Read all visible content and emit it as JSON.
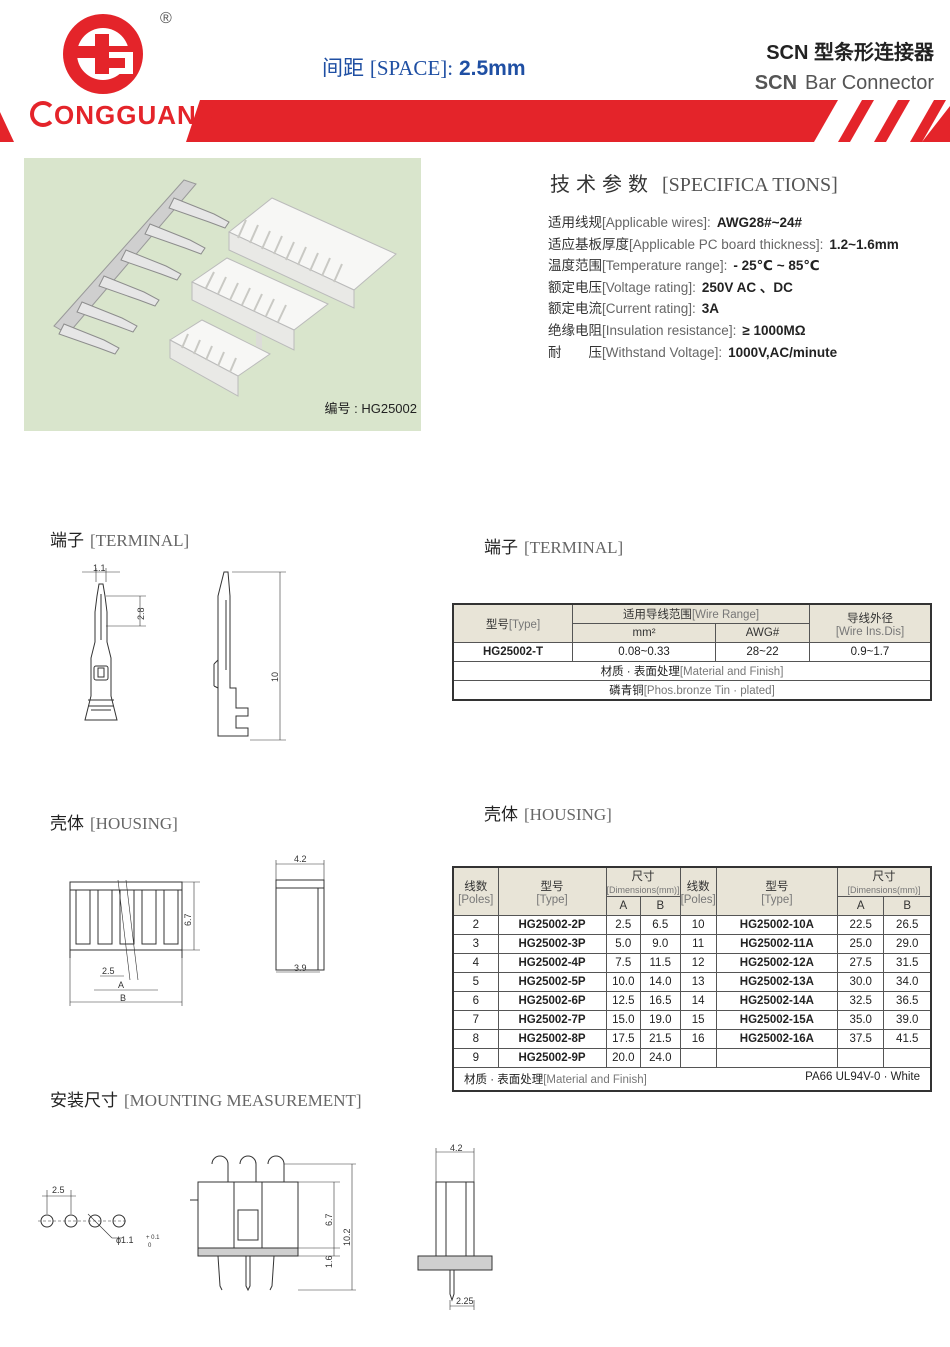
{
  "header": {
    "brand": "ONGGUANG",
    "logo_letter": "G",
    "registered": "®",
    "spacing_cn": "间距",
    "spacing_en": "[SPACE]:",
    "spacing_value": "2.5mm",
    "title_cn": "SCN 型条形连接器",
    "title_en_code": "SCN",
    "title_en": "Bar Connector",
    "brand_color": "#e4242a"
  },
  "photo": {
    "code": "编号 : HG25002"
  },
  "specs": {
    "heading_cn": "技术参数",
    "heading_en": "[SPECIFICA TIONS]",
    "rows": [
      {
        "cn": "适用线规",
        "en": "[Applicable wires]:",
        "value": "AWG28#~24#"
      },
      {
        "cn": "适应基板厚度",
        "en": "[Applicable PC board thickness]:",
        "value": "1.2~1.6mm"
      },
      {
        "cn": "温度范围",
        "en": "[Temperature range]:",
        "value": "- 25℃ ~ 85℃"
      },
      {
        "cn": "额定电压",
        "en": "[Voltage rating]:",
        "value": "250V AC 、DC"
      },
      {
        "cn": "额定电流",
        "en": "[Current rating]:",
        "value": "3A"
      },
      {
        "cn": "绝缘电阻",
        "en": "[Insulation resistance]:",
        "value": "≥ 1000MΩ"
      },
      {
        "cn": "耐　　压",
        "en": "[Withstand Voltage]:",
        "value": "1000V,AC/minute"
      }
    ]
  },
  "sections": {
    "terminal_left": {
      "cn": "端子",
      "en": "[TERMINAL]"
    },
    "terminal_right": {
      "cn": "端子",
      "en": "[TERMINAL]"
    },
    "housing_left": {
      "cn": "壳体",
      "en": "[HOUSING]"
    },
    "housing_right": {
      "cn": "壳体",
      "en": "[HOUSING]"
    },
    "mounting": {
      "cn": "安装尺寸",
      "en": "[MOUNTING MEASUREMENT]"
    }
  },
  "terminal_drawing": {
    "dim_width": "1.1",
    "dim_tip": "2.8",
    "dim_length": "10"
  },
  "housing_drawing": {
    "dim_pitch": "2.5",
    "dim_a": "A",
    "dim_b": "B",
    "dim_height": "6.7",
    "dim_depth_top": "4.2",
    "dim_depth_bottom": "3.9"
  },
  "mounting_drawing": {
    "dim_pitch": "2.5",
    "dim_hole": "ϕ1.1",
    "tol_plus": "+ 0.1",
    "tol_zero": "0",
    "dim_height": "6.7",
    "dim_total": "10.2",
    "dim_board": "1.6",
    "dim_depth": "4.2",
    "dim_pin": "2.25"
  },
  "terminal_table": {
    "type_cn": "型号",
    "type_en": "[Type]",
    "wire_range_cn": "适用导线范围",
    "wire_range_en": "[Wire Range]",
    "mm2": "mm²",
    "awg": "AWG#",
    "ins_dis_cn": "导线外径",
    "ins_dis_en": "[Wire Ins.Dis]",
    "row": {
      "type": "HG25002-T",
      "mm2": "0.08~0.33",
      "awg": "28~22",
      "dis": "0.9~1.7"
    },
    "material_cn": "材质 · 表面处理",
    "material_en": "[Material and Finish]",
    "finish_cn": "磷青铜",
    "finish_en": "[Phos.bronze Tin · plated]"
  },
  "housing_table": {
    "poles_cn": "线数",
    "poles_en": "[Poles]",
    "type_cn": "型号",
    "type_en": "[Type]",
    "dims_cn": "尺寸",
    "dims_en": "[Dimensions(mm)]",
    "col_a": "A",
    "col_b": "B",
    "left_rows": [
      {
        "poles": "2",
        "type": "HG25002-2P",
        "a": "2.5",
        "b": "6.5"
      },
      {
        "poles": "3",
        "type": "HG25002-3P",
        "a": "5.0",
        "b": "9.0"
      },
      {
        "poles": "4",
        "type": "HG25002-4P",
        "a": "7.5",
        "b": "11.5"
      },
      {
        "poles": "5",
        "type": "HG25002-5P",
        "a": "10.0",
        "b": "14.0"
      },
      {
        "poles": "6",
        "type": "HG25002-6P",
        "a": "12.5",
        "b": "16.5"
      },
      {
        "poles": "7",
        "type": "HG25002-7P",
        "a": "15.0",
        "b": "19.0"
      },
      {
        "poles": "8",
        "type": "HG25002-8P",
        "a": "17.5",
        "b": "21.5"
      },
      {
        "poles": "9",
        "type": "HG25002-9P",
        "a": "20.0",
        "b": "24.0"
      }
    ],
    "right_rows": [
      {
        "poles": "10",
        "type": "HG25002-10A",
        "a": "22.5",
        "b": "26.5"
      },
      {
        "poles": "11",
        "type": "HG25002-11A",
        "a": "25.0",
        "b": "29.0"
      },
      {
        "poles": "12",
        "type": "HG25002-12A",
        "a": "27.5",
        "b": "31.5"
      },
      {
        "poles": "13",
        "type": "HG25002-13A",
        "a": "30.0",
        "b": "34.0"
      },
      {
        "poles": "14",
        "type": "HG25002-14A",
        "a": "32.5",
        "b": "36.5"
      },
      {
        "poles": "15",
        "type": "HG25002-15A",
        "a": "35.0",
        "b": "39.0"
      },
      {
        "poles": "16",
        "type": "HG25002-16A",
        "a": "37.5",
        "b": "41.5"
      }
    ],
    "material_cn": "材质 · 表面处理",
    "material_en": "[Material and Finish]",
    "material_value": "PA66 UL94V-0 · White"
  }
}
